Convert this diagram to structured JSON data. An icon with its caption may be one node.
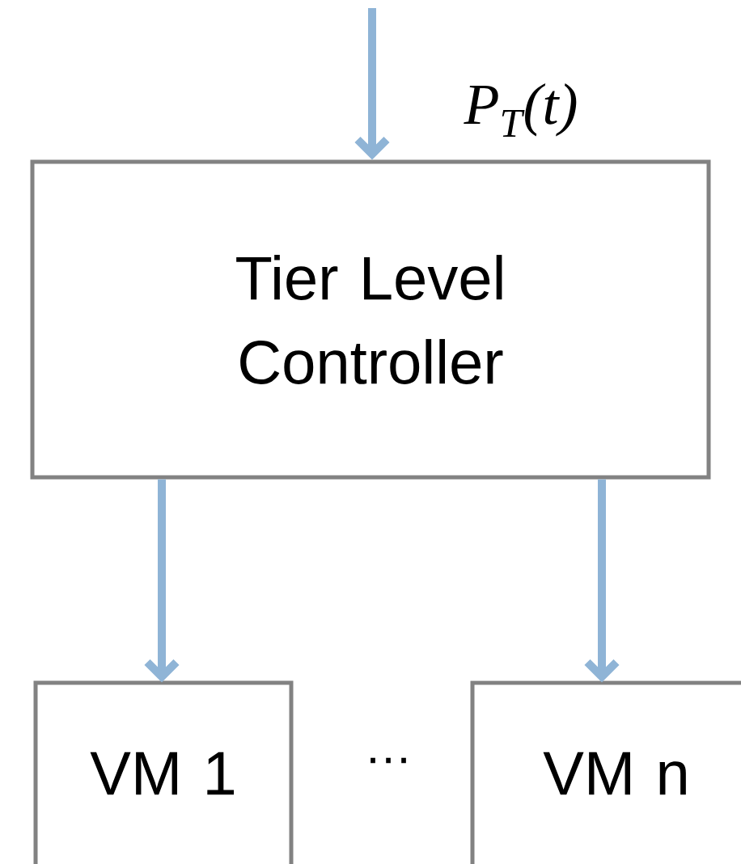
{
  "diagram": {
    "nodes": [
      {
        "text": [
          "Tier Level Controller"
        ]
      },
      {
        "text": [
          "VM 1"
        ]
      },
      {
        "text": [
          "VM n"
        ]
      }
    ],
    "edges": [
      {
        "from": null,
        "to": 0,
        "arrow": "to"
      },
      {
        "from": 0,
        "to": 1,
        "arrow": "to"
      },
      {
        "from": 0,
        "to": 2,
        "arrow": "to"
      }
    ],
    "labels": [
      "P$_{T}$(t)",
      "…"
    ]
  }
}
